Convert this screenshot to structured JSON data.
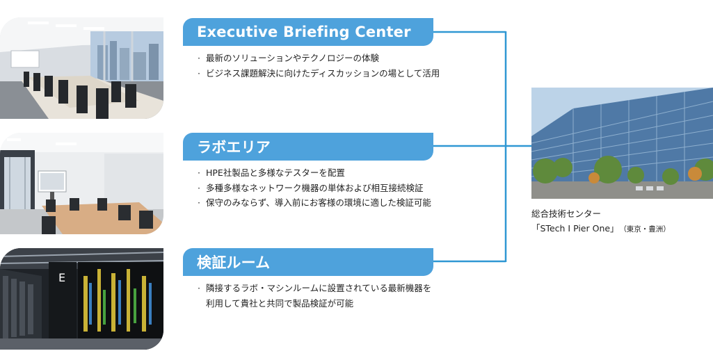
{
  "sections": [
    {
      "title": "Executive Briefing Center",
      "photo": "meeting-room-photo",
      "bullets": [
        "最新のソリューションやテクノロジーの体験",
        "ビジネス課題解決に向けたディスカッションの場として活用"
      ]
    },
    {
      "title": "ラボエリア",
      "photo": "lab-area-photo",
      "bullets": [
        "HPE社製品と多様なテスターを配置",
        "多種多様なネットワーク機器の単体および相互接続検証",
        "保守のみならず、導入前にお客様の環境に適した検証可能"
      ]
    },
    {
      "title": "検証ルーム",
      "photo": "server-room-photo",
      "bullets": [
        "隣接するラボ・マシンルームに設置されている最新機器を",
        "利用して貴社と共同で製品検証が可能"
      ]
    }
  ],
  "facility": {
    "name": "総合技術センター",
    "subtitle": "「STech I Pier One」",
    "location": "（東京・豊洲）",
    "photo": "building-photo"
  },
  "colors": {
    "accent": "#4ea2dc",
    "connector": "#2f97d3"
  }
}
